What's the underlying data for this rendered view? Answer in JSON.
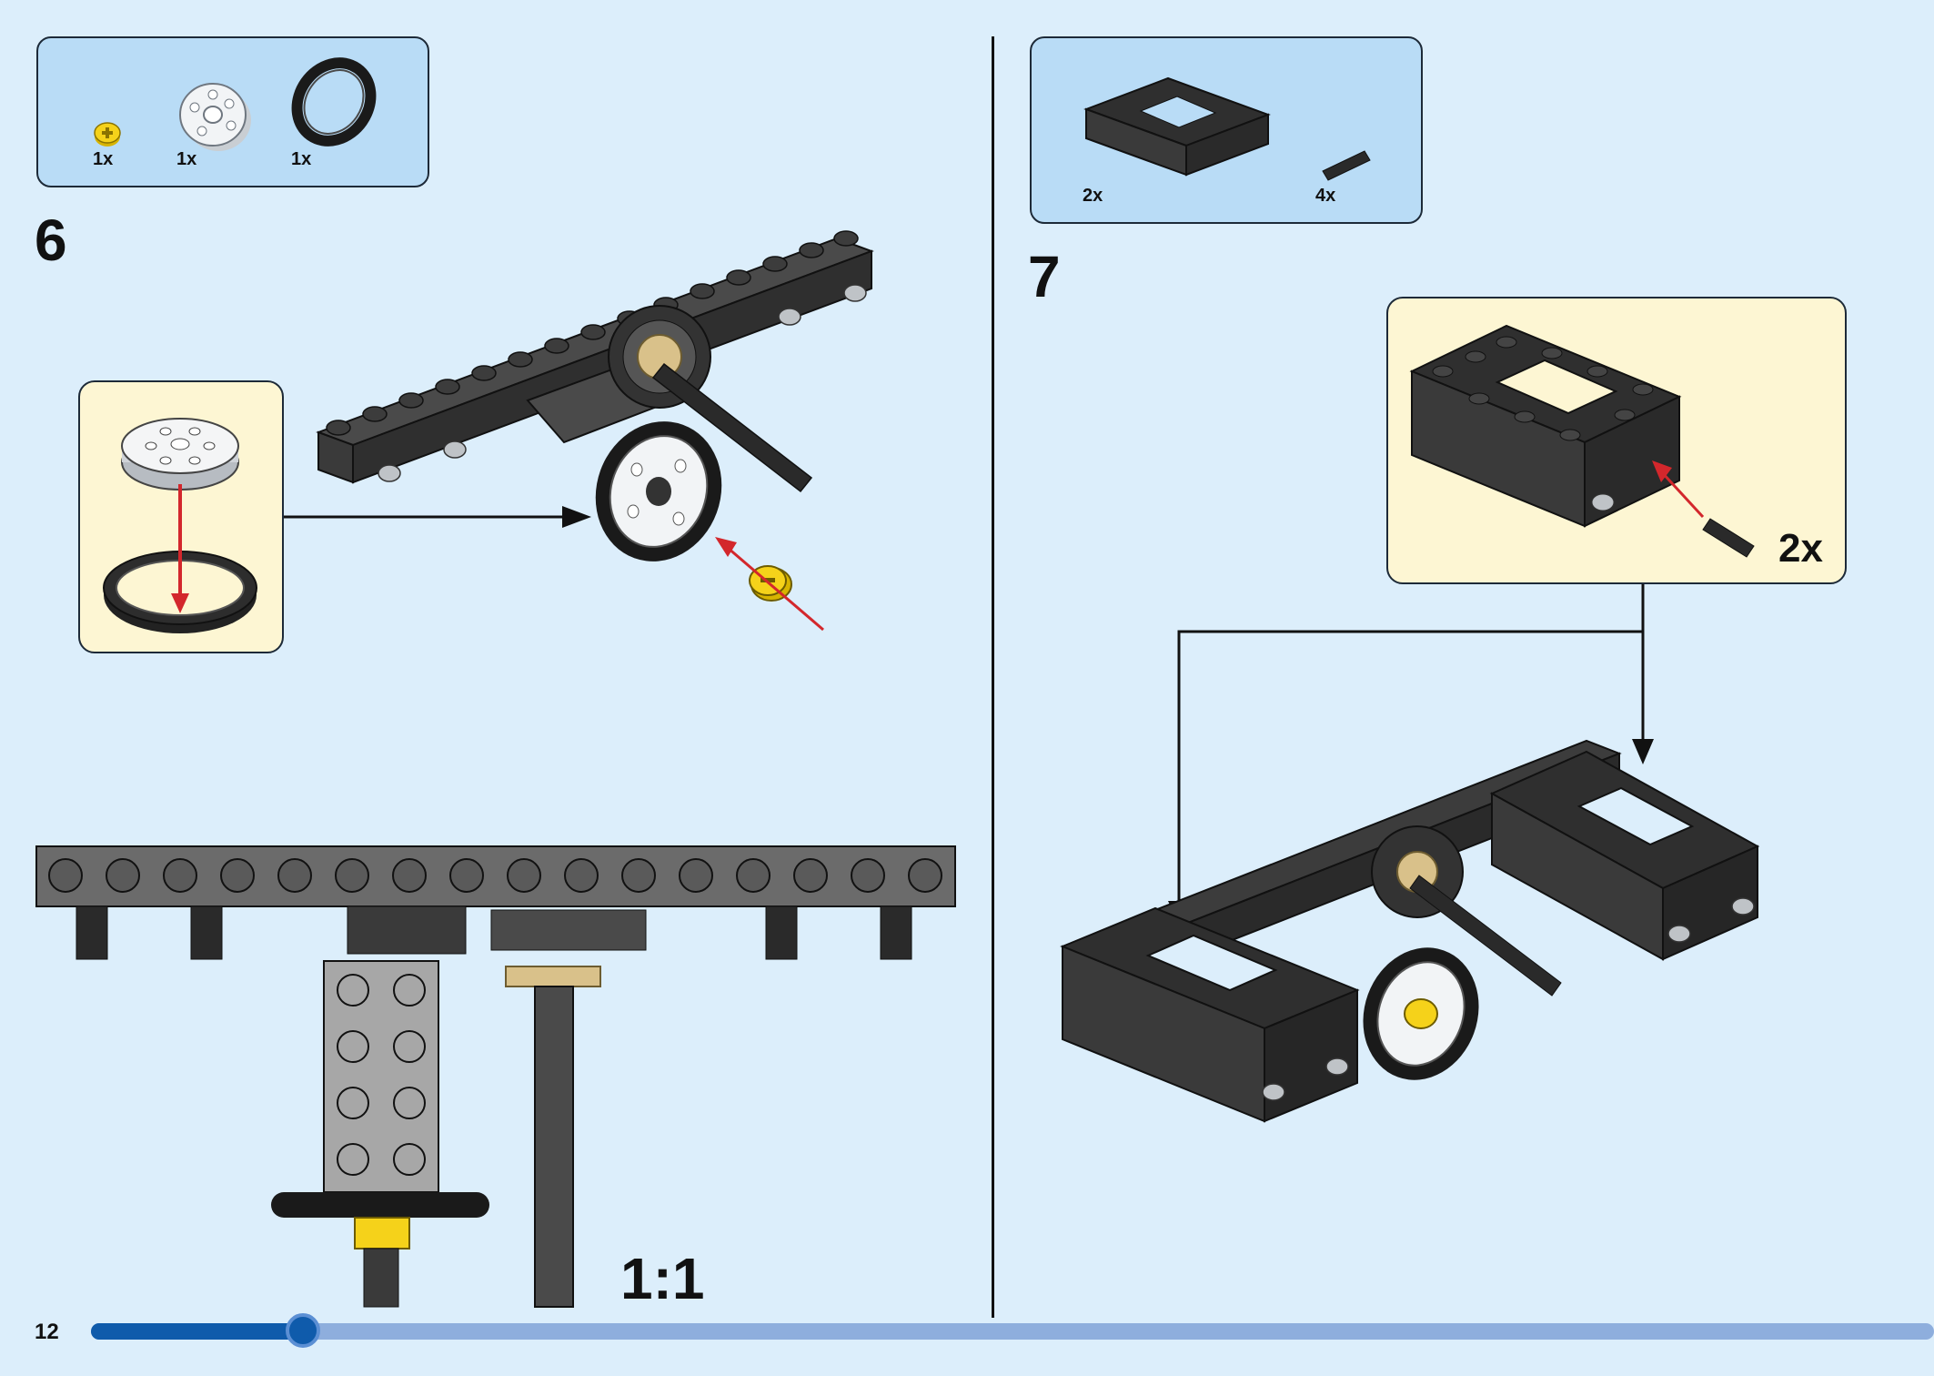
{
  "page_number": "12",
  "progress": {
    "fraction": 0.115
  },
  "step6": {
    "number": "6",
    "parts": [
      {
        "name": "yellow-bush",
        "qty": "1x"
      },
      {
        "name": "white-pulley-wheel",
        "qty": "1x"
      },
      {
        "name": "black-tire",
        "qty": "1x"
      }
    ],
    "ratio_label": "1:1"
  },
  "step7": {
    "number": "7",
    "parts": [
      {
        "name": "black-open-frame",
        "qty": "2x"
      },
      {
        "name": "black-friction-pin",
        "qty": "4x"
      }
    ],
    "callout_count": "2x"
  },
  "colors": {
    "background": "#dceefb",
    "parts_box": "#b9dcf6",
    "callout_box": "#fdf6d3",
    "arrow_red": "#d3272c",
    "progress_fill": "#0f5bab",
    "progress_track": "#8eaedd"
  }
}
